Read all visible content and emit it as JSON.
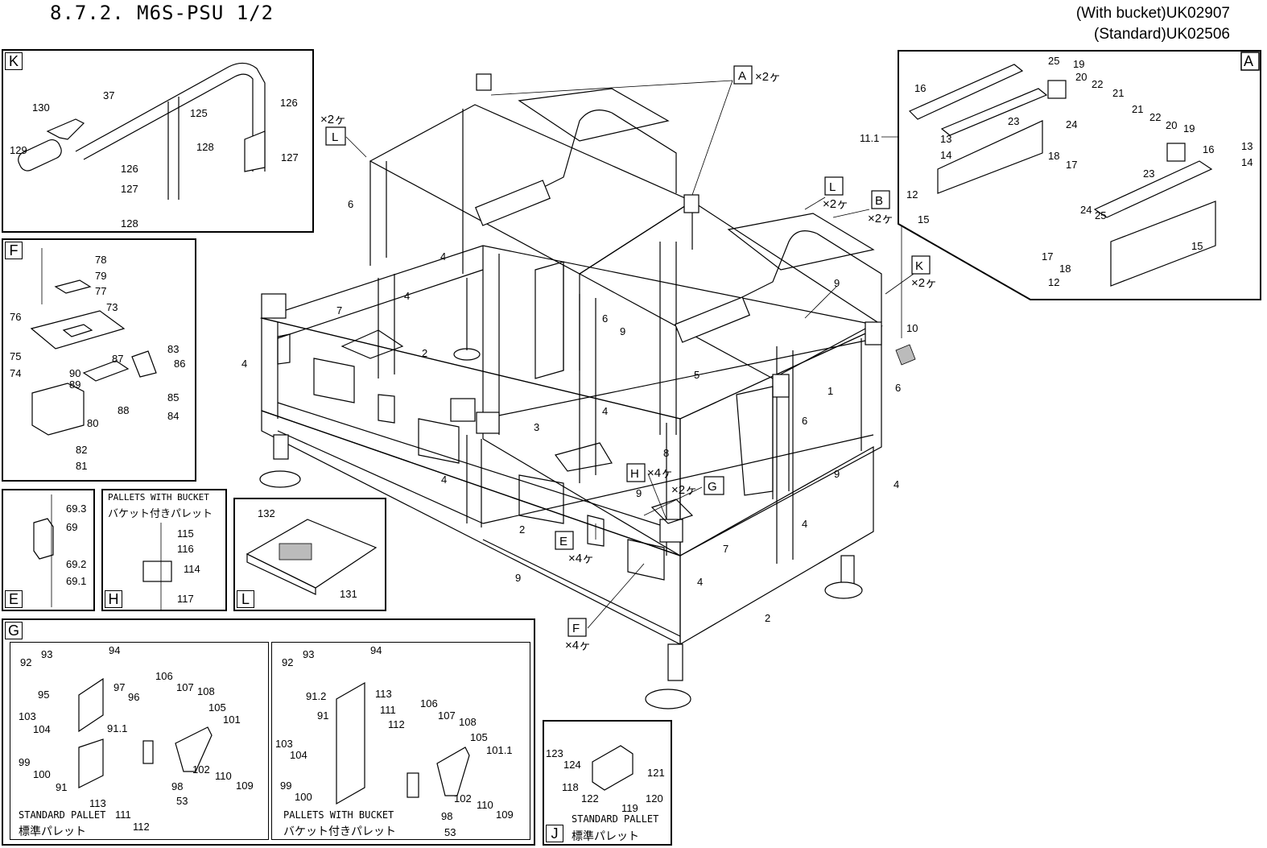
{
  "header": {
    "title": "8.7.2. M6S-PSU 1/2",
    "code_with_bucket": "(With bucket)UK02907",
    "code_standard": "(Standard)UK02506"
  },
  "detail_views": {
    "K": {
      "letter": "K",
      "parts": [
        "37",
        "125",
        "126",
        "127",
        "128",
        "129",
        "130"
      ]
    },
    "F": {
      "letter": "F",
      "parts": [
        "73",
        "74",
        "75",
        "76",
        "77",
        "78",
        "79",
        "80",
        "81",
        "82",
        "83",
        "84",
        "85",
        "86",
        "87",
        "88",
        "89",
        "90"
      ]
    },
    "E": {
      "letter": "E",
      "parts": [
        "69.3",
        "69",
        "69.2",
        "69.1"
      ]
    },
    "H": {
      "letter": "H",
      "caption_en": "PALLETS WITH BUCKET",
      "caption_jp": "バケット付きパレット",
      "parts": [
        "115",
        "116",
        "114",
        "117"
      ]
    },
    "L": {
      "letter": "L",
      "parts": [
        "132",
        "131"
      ]
    },
    "A": {
      "letter": "A",
      "parts": [
        "25",
        "19",
        "20",
        "22",
        "21",
        "16",
        "23",
        "24",
        "13",
        "14",
        "18",
        "17",
        "12",
        "15"
      ]
    },
    "G": {
      "letter": "G",
      "standard_caption_en": "STANDARD PALLET",
      "standard_caption_jp": "標準パレット",
      "bucket_caption_en": "PALLETS WITH BUCKET",
      "bucket_caption_jp": "バケット付きパレット"
    },
    "J": {
      "letter": "J",
      "caption_en": "STANDARD PALLET",
      "caption_jp": "標準パレット",
      "parts": [
        "123",
        "124",
        "118",
        "122",
        "119",
        "120",
        "121"
      ]
    }
  },
  "main_view": {
    "callouts": [
      "A",
      "L",
      "B",
      "K",
      "L",
      "H",
      "G",
      "E",
      "F"
    ],
    "multipliers": {
      "two": "×2ヶ",
      "four": "×4ヶ"
    },
    "labels": [
      "1",
      "2",
      "3",
      "4",
      "5",
      "6",
      "7",
      "8",
      "9",
      "10",
      "11.1"
    ]
  }
}
